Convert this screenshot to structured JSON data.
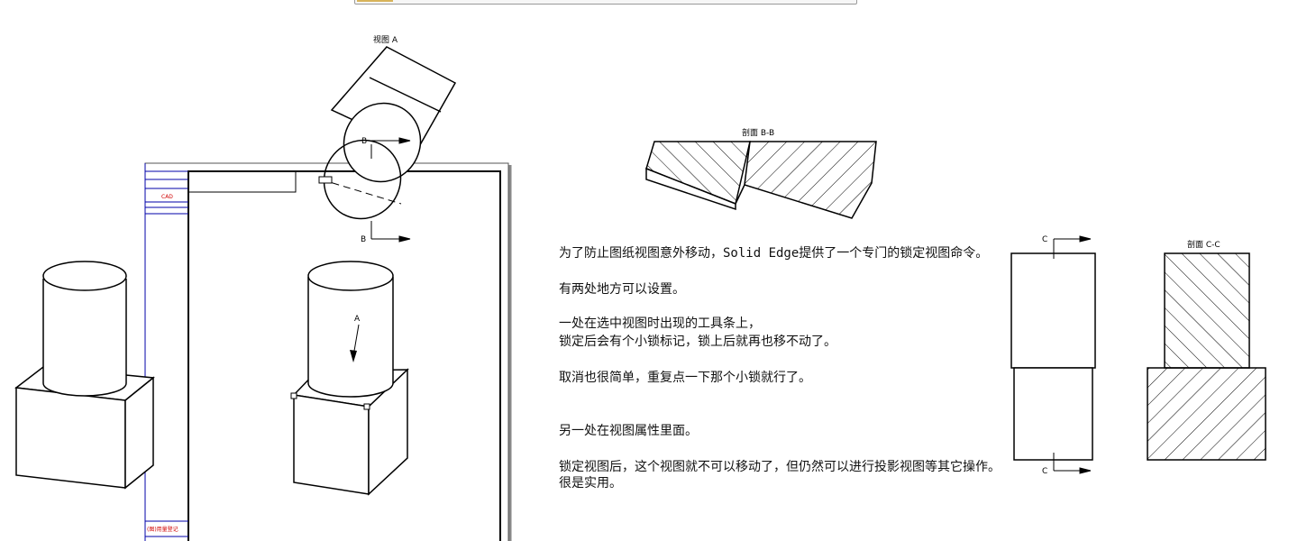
{
  "labels": {
    "view_a": "视图 A",
    "section_bb": "剖面 B-B",
    "section_cc": "剖面 C-C",
    "cut_b": "B",
    "cut_c": "C",
    "arrow_a": "A",
    "title_block_cad": "CAD",
    "title_block_bottom": "(图)用量登记"
  },
  "notes": {
    "line1": "为了防止图纸视图意外移动，Solid Edge提供了一个专门的锁定视图命令。",
    "line2": "有两处地方可以设置。",
    "line3a": "一处在选中视图时出现的工具条上，",
    "line3b": "锁定后会有个小锁标记，锁上后就再也移不动了。",
    "line4": "取消也很简单，重复点一下那个小锁就行了。",
    "line5": "另一处在视图属性里面。",
    "line6a": "锁定视图后，这个视图就不可以移动了，但仍然可以进行投影视图等其它操作。",
    "line6b": "很是实用。"
  }
}
